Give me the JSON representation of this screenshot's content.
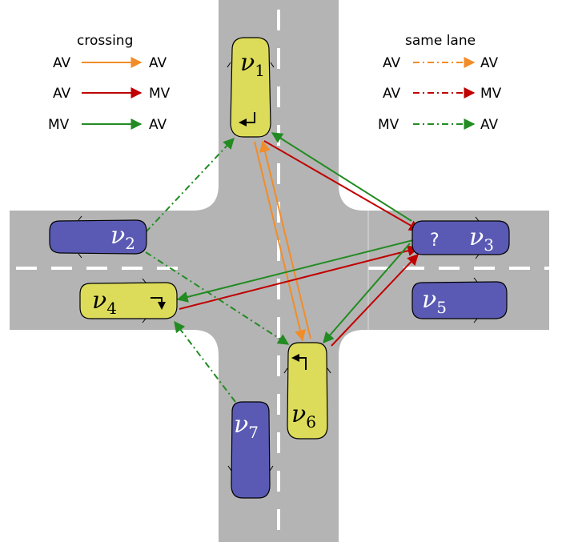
{
  "legend": {
    "crossing": {
      "title": "crossing",
      "rows": [
        {
          "from": "AV",
          "to": "AV",
          "color": "#f28c28"
        },
        {
          "from": "AV",
          "to": "MV",
          "color": "#c00000"
        },
        {
          "from": "MV",
          "to": "AV",
          "color": "#228b22"
        }
      ]
    },
    "same_lane": {
      "title": "same lane",
      "rows": [
        {
          "from": "AV",
          "to": "AV",
          "color": "#f28c28"
        },
        {
          "from": "AV",
          "to": "MV",
          "color": "#c00000"
        },
        {
          "from": "MV",
          "to": "AV",
          "color": "#228b22"
        }
      ]
    }
  },
  "colors": {
    "road": "#b4b4b4",
    "lane_marking": "#ffffff",
    "av": "#dcdc5a",
    "mv": "#5a5ab4",
    "orange": "#f28c28",
    "red": "#c00000",
    "green": "#228b22"
  },
  "vehicles": [
    {
      "id": "v1",
      "symbol": "ν",
      "index": "1",
      "kind": "AV",
      "turn": "turn-left-icon"
    },
    {
      "id": "v2",
      "symbol": "ν",
      "index": "2",
      "kind": "MV"
    },
    {
      "id": "v3",
      "symbol": "ν",
      "index": "3",
      "kind": "MV",
      "mark": "?"
    },
    {
      "id": "v4",
      "symbol": "ν",
      "index": "4",
      "kind": "AV",
      "turn": "turn-right-icon"
    },
    {
      "id": "v5",
      "symbol": "ν",
      "index": "5",
      "kind": "MV"
    },
    {
      "id": "v6",
      "symbol": "ν",
      "index": "6",
      "kind": "AV",
      "turn": "turn-left-icon"
    },
    {
      "id": "v7",
      "symbol": "ν",
      "index": "7",
      "kind": "MV"
    }
  ],
  "edges": [
    {
      "from": "v1",
      "to": "v6",
      "relation": "crossing",
      "type": "AV-AV"
    },
    {
      "from": "v6",
      "to": "v1",
      "relation": "crossing",
      "type": "AV-AV"
    },
    {
      "from": "v1",
      "to": "v3",
      "relation": "crossing",
      "type": "AV-MV"
    },
    {
      "from": "v3",
      "to": "v1",
      "relation": "crossing",
      "type": "MV-AV"
    },
    {
      "from": "v4",
      "to": "v3",
      "relation": "crossing",
      "type": "AV-MV"
    },
    {
      "from": "v3",
      "to": "v4",
      "relation": "crossing",
      "type": "MV-AV"
    },
    {
      "from": "v6",
      "to": "v3",
      "relation": "crossing",
      "type": "AV-MV"
    },
    {
      "from": "v3",
      "to": "v6",
      "relation": "crossing",
      "type": "MV-AV"
    },
    {
      "from": "v2",
      "to": "v1",
      "relation": "same lane",
      "type": "MV-AV"
    },
    {
      "from": "v2",
      "to": "v6",
      "relation": "same lane",
      "type": "MV-AV"
    },
    {
      "from": "v7",
      "to": "v4",
      "relation": "same lane",
      "type": "MV-AV"
    }
  ]
}
